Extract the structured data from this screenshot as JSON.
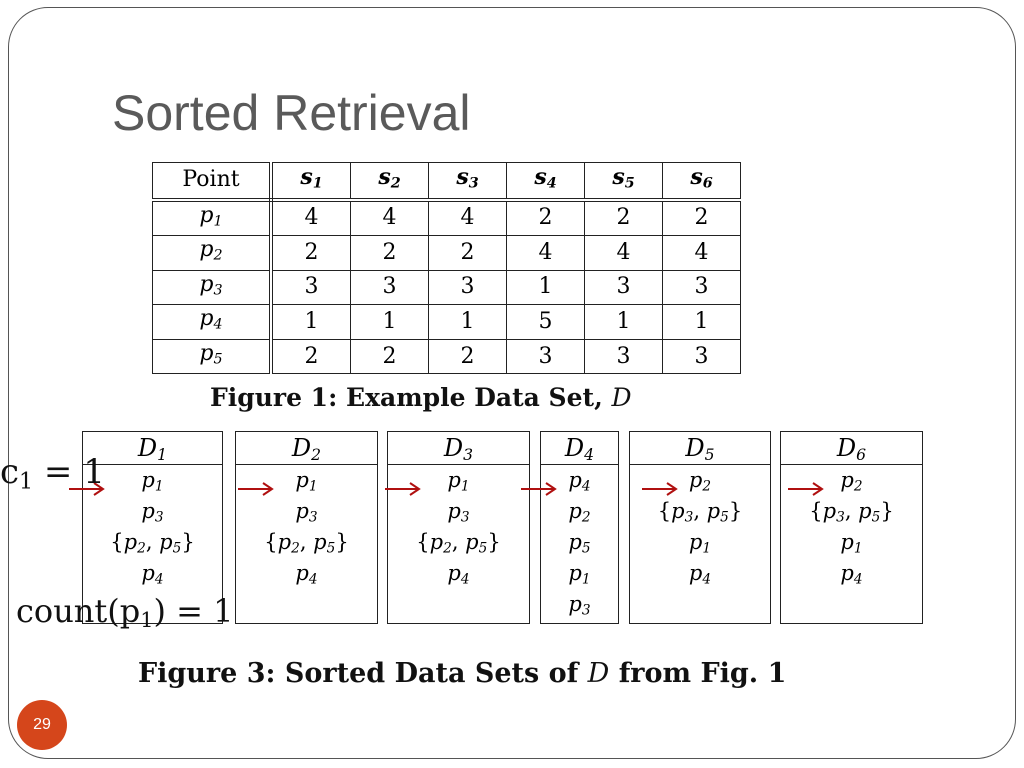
{
  "title": "Sorted Retrieval",
  "table": {
    "header": [
      "Point",
      "s",
      "s",
      "s",
      "s",
      "s",
      "s"
    ],
    "header_subs": [
      "",
      "1",
      "2",
      "3",
      "4",
      "5",
      "6"
    ],
    "rows": [
      {
        "p": "p",
        "sub": "1",
        "values": [
          "4",
          "4",
          "4",
          "2",
          "2",
          "2"
        ]
      },
      {
        "p": "p",
        "sub": "2",
        "values": [
          "2",
          "2",
          "2",
          "4",
          "4",
          "4"
        ]
      },
      {
        "p": "p",
        "sub": "3",
        "values": [
          "3",
          "3",
          "3",
          "1",
          "3",
          "3"
        ]
      },
      {
        "p": "p",
        "sub": "4",
        "values": [
          "1",
          "1",
          "1",
          "5",
          "1",
          "1"
        ]
      },
      {
        "p": "p",
        "sub": "5",
        "values": [
          "2",
          "2",
          "2",
          "3",
          "3",
          "3"
        ]
      }
    ]
  },
  "figure1_caption": {
    "label": "Figure 1:",
    "text": "Example Data Set,",
    "var": "D"
  },
  "sorted_sets": [
    {
      "name": "D",
      "sub": "1",
      "items": [
        [
          "p1"
        ],
        [
          "p3"
        ],
        [
          "p2",
          "p5"
        ],
        [
          "p4"
        ]
      ]
    },
    {
      "name": "D",
      "sub": "2",
      "items": [
        [
          "p1"
        ],
        [
          "p3"
        ],
        [
          "p2",
          "p5"
        ],
        [
          "p4"
        ]
      ]
    },
    {
      "name": "D",
      "sub": "3",
      "items": [
        [
          "p1"
        ],
        [
          "p3"
        ],
        [
          "p2",
          "p5"
        ],
        [
          "p4"
        ]
      ]
    },
    {
      "name": "D",
      "sub": "4",
      "items": [
        [
          "p4"
        ],
        [
          "p2"
        ],
        [
          "p5"
        ],
        [
          "p1"
        ],
        [
          "p3"
        ]
      ]
    },
    {
      "name": "D",
      "sub": "5",
      "items": [
        [
          "p2"
        ],
        [
          "p3",
          "p5"
        ],
        [
          "p1"
        ],
        [
          "p4"
        ]
      ]
    },
    {
      "name": "D",
      "sub": "6",
      "items": [
        [
          "p2"
        ],
        [
          "p3",
          "p5"
        ],
        [
          "p1"
        ],
        [
          "p4"
        ]
      ]
    }
  ],
  "figure3_caption": {
    "label": "Figure 3:",
    "text1": "Sorted Data Sets of",
    "var": "D",
    "text2": "from Fig. 1"
  },
  "annotation_c": {
    "var": "c",
    "sub": "1",
    "rest": "= 1"
  },
  "annotation_count": {
    "fn": "count(p",
    "sub": "1",
    "rest": ") = 1"
  },
  "arrow_color": "#b01010",
  "page_number": "29"
}
